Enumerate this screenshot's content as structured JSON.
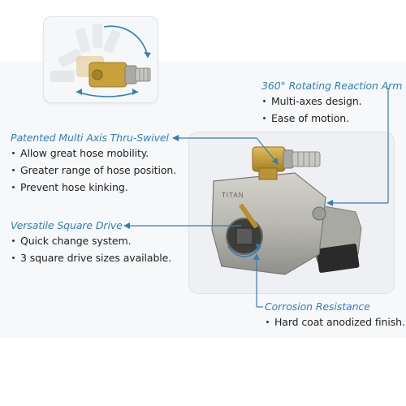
{
  "features": [
    {
      "title": "Patented Multi Axis Thru-Swivel",
      "items": [
        "Allow great hose mobility.",
        "Greater range of hose position.",
        "Prevent hose kinking."
      ]
    },
    {
      "title": "Versatile Square Drive",
      "items": [
        "Quick change system.",
        "3 square drive sizes available."
      ]
    },
    {
      "title": "360° Rotating Reaction Arm",
      "items": [
        "Multi-axes design.",
        "Ease of motion."
      ]
    },
    {
      "title": "Corrosion Resistance",
      "items": [
        "Hard coat anodized finish."
      ]
    }
  ],
  "product": {
    "brand_mark": "TITAN"
  },
  "colors": {
    "accent": "#2f7fbf",
    "body_text": "#222222",
    "swivel_gold": "#c8a13a",
    "tool_silver": "#b9b9b2",
    "reaction_arm_dark": "#2a2a2a"
  }
}
